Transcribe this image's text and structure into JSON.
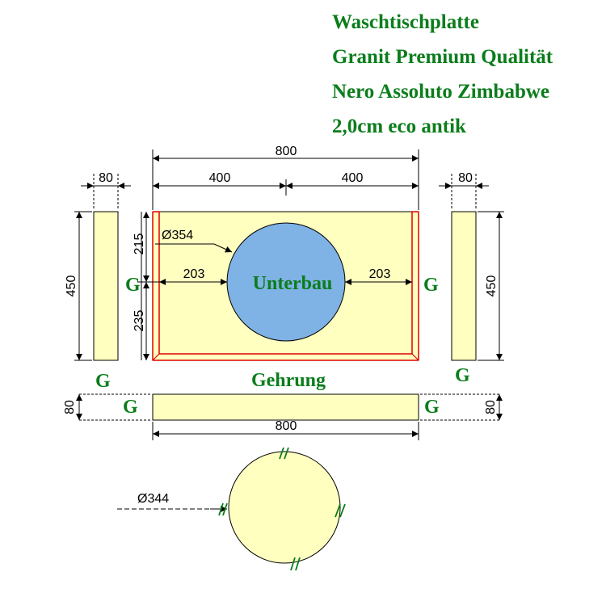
{
  "header": {
    "line1": "Waschtischplatte",
    "line2": "Granit Premium Qualität",
    "line3": "Nero Assoluto Zimbabwe",
    "line4": "2,0cm eco antik"
  },
  "dimensions": {
    "top_total": "800",
    "top_left_half": "400",
    "top_right_half": "400",
    "left_side_width": "80",
    "right_side_width": "80",
    "left_side_height": "450",
    "right_side_height": "450",
    "hole_diameter": "Ø354",
    "hole_top_offset": "215",
    "hole_bottom_offset": "235",
    "hole_left_offset": "203",
    "hole_right_offset": "203",
    "front_strip_height_left": "80",
    "front_strip_height_right": "80",
    "front_strip_width": "800",
    "disc_diameter": "Ø344"
  },
  "labels": {
    "undermount": "Unterbau",
    "miter": "Gehrung",
    "g_main_left": "G",
    "g_main_right": "G",
    "g_side_left": "G",
    "g_side_right": "G",
    "g_strip_left": "G",
    "g_strip_right": "G",
    "disc_mark": "//"
  },
  "colors": {
    "panel_fill": "#FFFFC0",
    "sink_fill": "#7FB2E5",
    "miter_edge": "#E00000",
    "label_green": "#0B7D1B",
    "line": "#000000"
  }
}
